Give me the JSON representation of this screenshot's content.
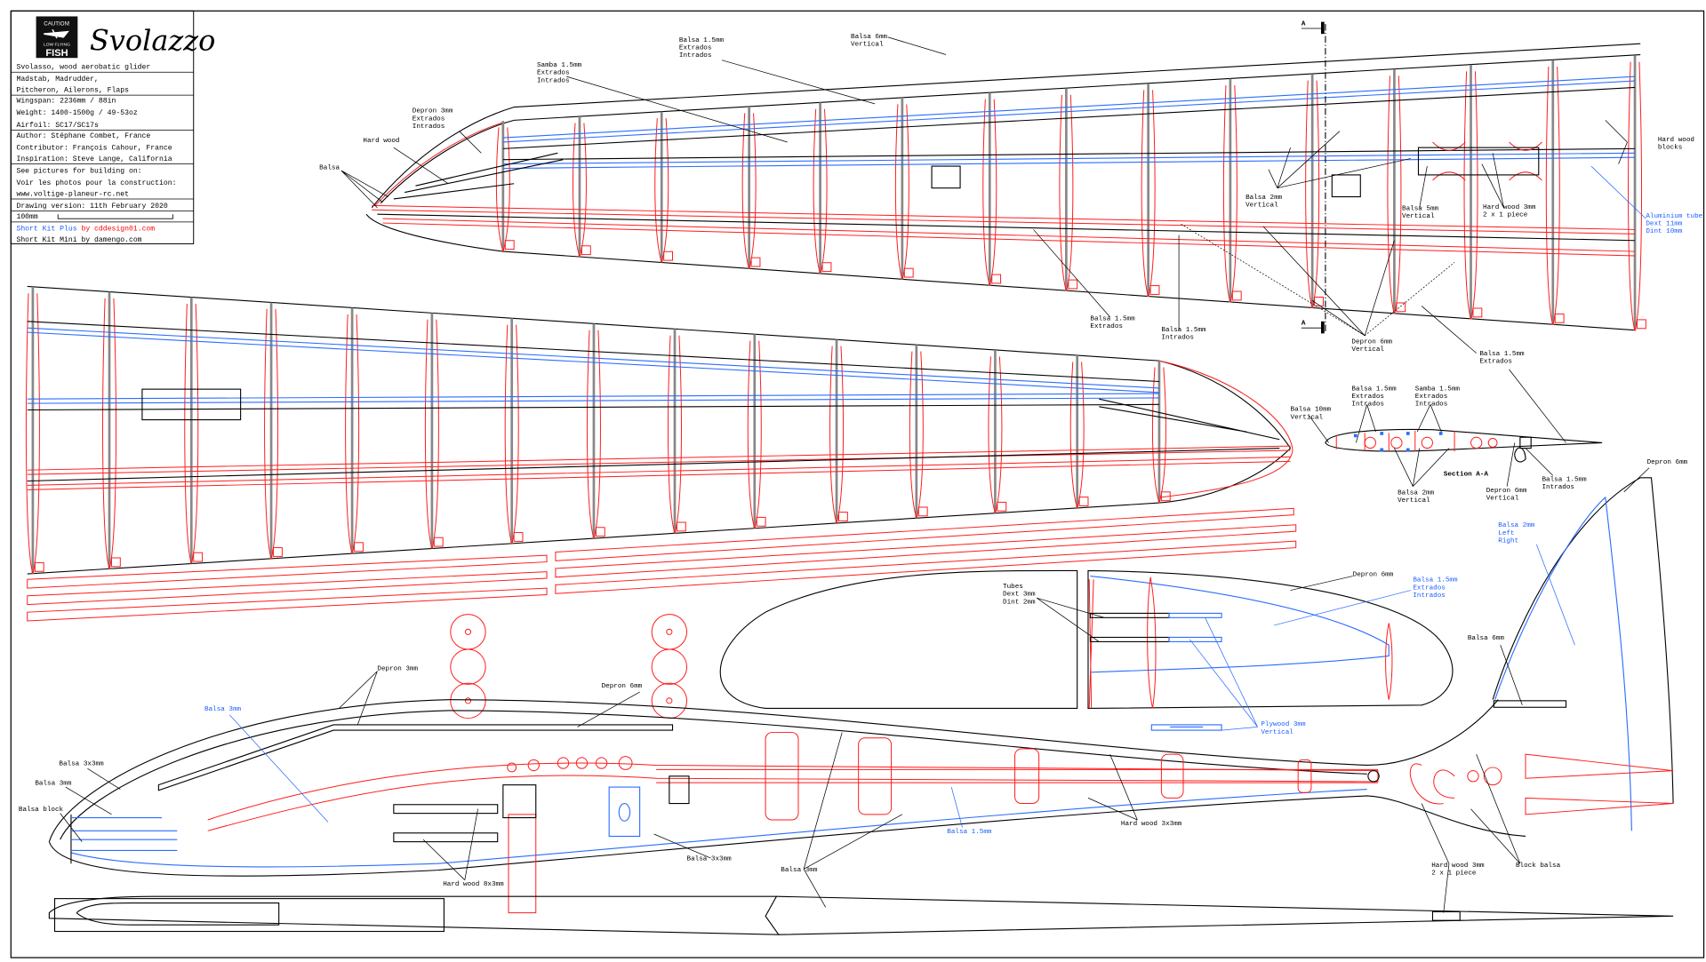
{
  "title_block": {
    "badge_top": "CAUTION!",
    "badge_mid": "LOW FLYING",
    "badge_bottom": "FISH",
    "logo_text": "Svolazzo",
    "subtitle": "Svolasso, wood aerobatic glider",
    "features": [
      "Madstab, Madrudder,",
      "Pitcheron, Ailerons, Flaps"
    ],
    "specs": [
      "Wingspan: 2236mm / 88in",
      "Weight: 1400-1500g / 49-53oz",
      "Airfoil: SC17/SC17s"
    ],
    "credits": [
      "Author: Stéphane Combet, France",
      "Contributor: François Cahour, France",
      "Inspiration: Steve Lange, California"
    ],
    "pictures": [
      "See pictures for building on:",
      "Voir les photos pour la construction:",
      "www.voltige-planeur-rc.net"
    ],
    "version": "Drawing version: 11th February 2020",
    "scale": "100mm",
    "kit_plus": {
      "name": "Short Kit Plus",
      "by": "by cddesign01.com"
    },
    "kit_mini": "Short Kit Mini by damengo.com"
  },
  "labels": {
    "w_balsa6": [
      "Balsa 6mm",
      "Vertical"
    ],
    "w_balsa15": [
      "Balsa 1.5mm",
      "Extrados",
      "Intrados"
    ],
    "w_samba15": [
      "Samba 1.5mm",
      "Extrados",
      "Intrados"
    ],
    "w_depron3": [
      "Depron 3mm",
      "Extrados",
      "Intrados"
    ],
    "w_hardwood": [
      "Hard wood"
    ],
    "w_balsa": [
      "Balsa"
    ],
    "w_balsa2": [
      "Balsa 2mm",
      "Vertical"
    ],
    "w_balsa5": [
      "Balsa 5mm",
      "Vertical"
    ],
    "w_hw3": [
      "Hard wood 3mm",
      "2 x 1 piece"
    ],
    "w_hwblocks": [
      "Hard wood",
      "blocks"
    ],
    "w_alu": [
      "Aluminium tube",
      "Dext 11mm",
      "Dint 10mm"
    ],
    "w_b15ext": [
      "Balsa 1.5mm",
      "Extrados"
    ],
    "w_b15int": [
      "Balsa 1.5mm",
      "Intrados"
    ],
    "w_depron6": [
      "Depron 6mm",
      "Vertical"
    ],
    "w_b15ext2": [
      "Balsa 1.5mm",
      "Extrados"
    ],
    "section_mark": "A",
    "s_balsa10": [
      "Balsa 10mm",
      "Vertical"
    ],
    "s_balsa15": [
      "Balsa 1.5mm",
      "Extrados",
      "Intrados"
    ],
    "s_samba15": [
      "Samba 1.5mm",
      "Extrados",
      "Intrados"
    ],
    "s_title": "Section A-A",
    "s_balsa2": [
      "Balsa 2mm",
      "Vertical"
    ],
    "s_depron6": [
      "Depron 6mm",
      "Vertical"
    ],
    "s_b15int": [
      "Balsa 1.5mm",
      "Intrados"
    ],
    "f_depron6": [
      "Depron 6mm"
    ],
    "f_balsa2": [
      "Balsa 2mm",
      "Left",
      "Right"
    ],
    "f_balsa6": [
      "Balsa 6mm"
    ],
    "h_tubes": [
      "Tubes",
      "Dext 3mm",
      "Dint 2mm"
    ],
    "h_depron6": [
      "Depron 6mm"
    ],
    "h_balsa15": [
      "Balsa 1.5mm",
      "Extrados",
      "Intrados"
    ],
    "h_plywood": [
      "Plywood 3mm",
      "Vertical"
    ],
    "b_depron3": [
      "Depron 3mm"
    ],
    "b_depron6": [
      "Depron 6mm"
    ],
    "b_balsa3blue": [
      "Balsa 3mm"
    ],
    "b_balsa3x3": [
      "Balsa 3x3mm"
    ],
    "b_balsa3": [
      "Balsa 3mm"
    ],
    "b_block": [
      "Balsa block"
    ],
    "b_hw8x3": [
      "Hard wood 8x3mm"
    ],
    "b_balsa3x3b": [
      "Balsa 3x3mm"
    ],
    "b_balsa3b": [
      "Balsa 3mm"
    ],
    "b_balsa15": [
      "Balsa 1.5mm"
    ],
    "b_hw3x3": [
      "Hard wood 3x3mm"
    ],
    "b_hw3": [
      "Hard wood 3mm",
      "2 x 1 piece"
    ],
    "b_blockbalsa": [
      "Block balsa"
    ]
  },
  "colors": {
    "ink": "#000000",
    "red": "#ff1a1a",
    "blue": "#2a6cff"
  }
}
